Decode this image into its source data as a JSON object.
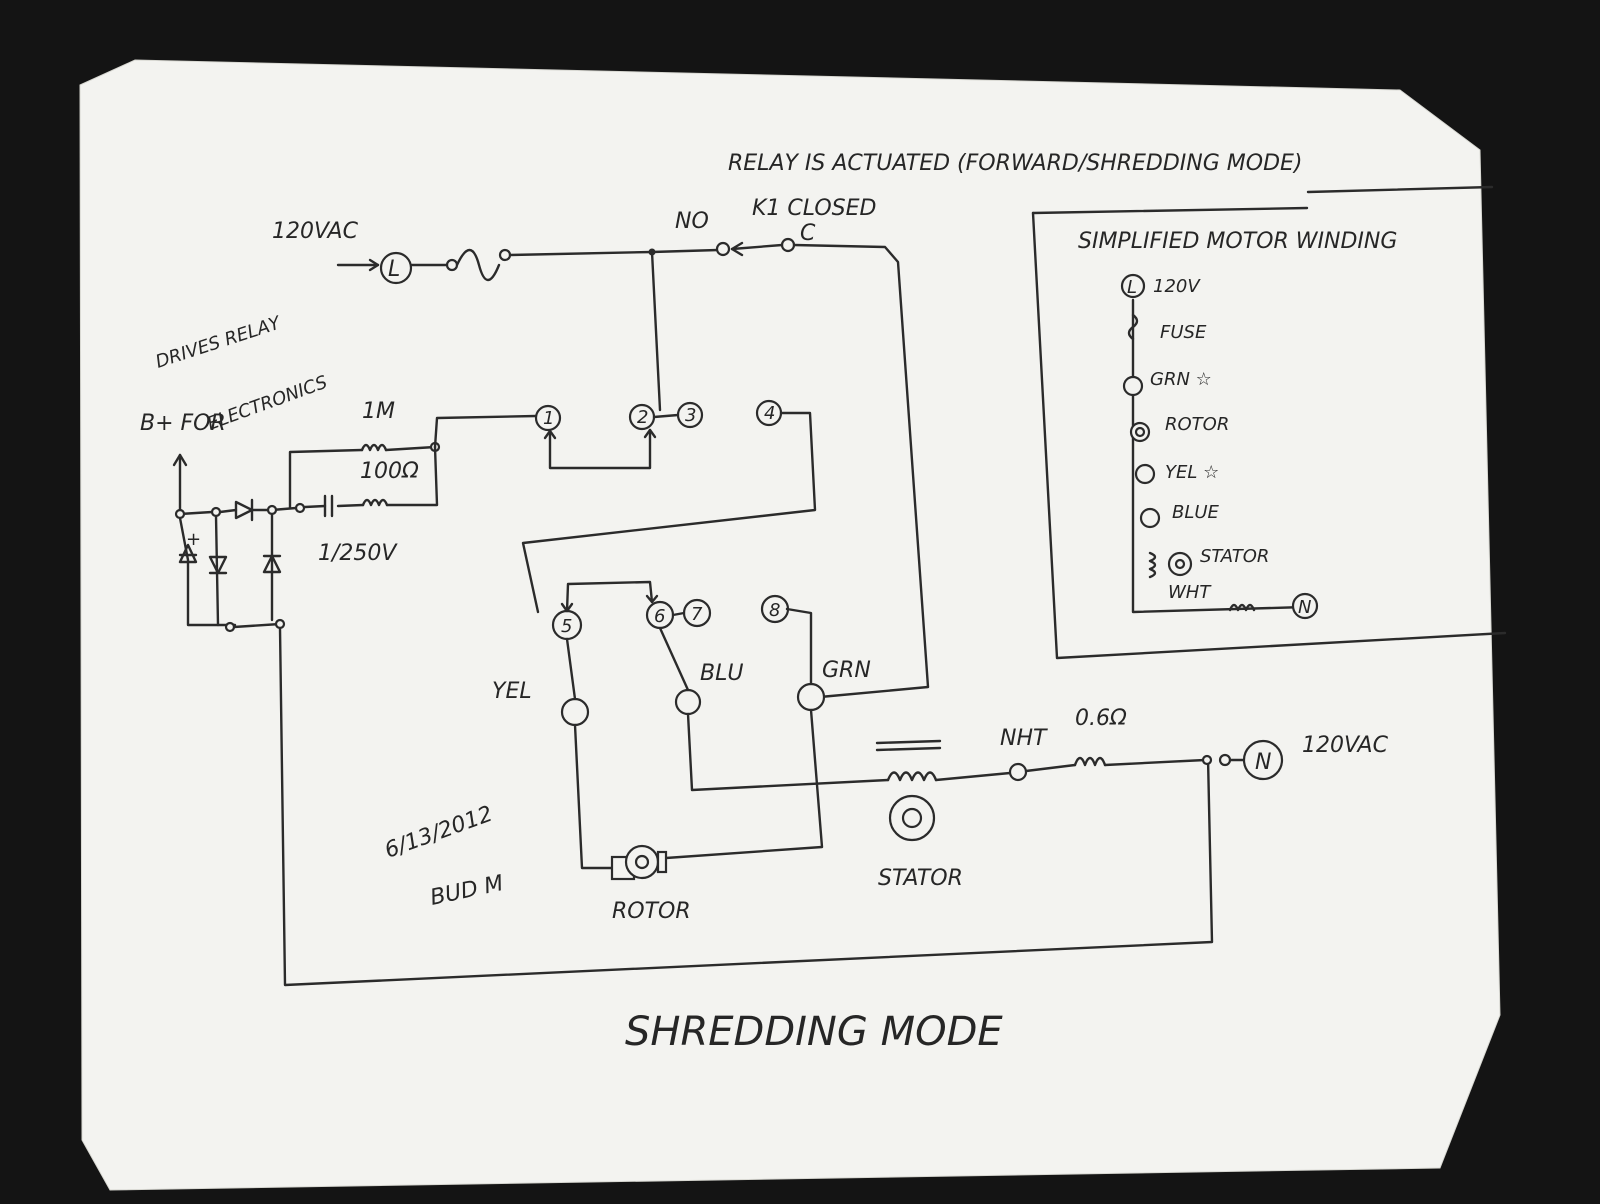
{
  "title": "RELAY IS ACTUATED (FORWARD/SHREDDING MODE)",
  "footer": "SHREDDING MODE",
  "supply": {
    "line_label": "120VAC",
    "neutral_label": "120VAC",
    "line_node": "L",
    "neutral_node": "N"
  },
  "relay": {
    "no_label": "NO",
    "k1_label": "K1 CLOSED",
    "c_label": "C"
  },
  "drive": {
    "line1": "DRIVES RELAY",
    "line2": "B+ FOR",
    "line3": "ELECTRONICS"
  },
  "components": {
    "r1": "1M",
    "r2": "100Ω",
    "cap": "1/250V",
    "nht_res": "0.6Ω",
    "plus": "+"
  },
  "terminals": [
    "1",
    "2",
    "3",
    "4",
    "5",
    "6",
    "7",
    "8"
  ],
  "wires": {
    "yel": "YEL",
    "blu": "BLU",
    "grn": "GRN",
    "nht": "NHT"
  },
  "parts": {
    "rotor": "ROTOR",
    "stator": "STATOR"
  },
  "signature": {
    "date": "6/13/2012",
    "name": "BUD M"
  },
  "motor_box": {
    "title": "SIMPLIFIED MOTOR WINDING",
    "node_l": "L",
    "node_n": "N",
    "items": [
      "120V",
      "FUSE",
      "GRN ☆",
      "ROTOR",
      "YEL ☆",
      "BLUE",
      "STATOR",
      "WHT"
    ]
  },
  "colors": {
    "paper": "#f3f3f0",
    "ink": "#2b2b2b",
    "background": "#141414"
  }
}
